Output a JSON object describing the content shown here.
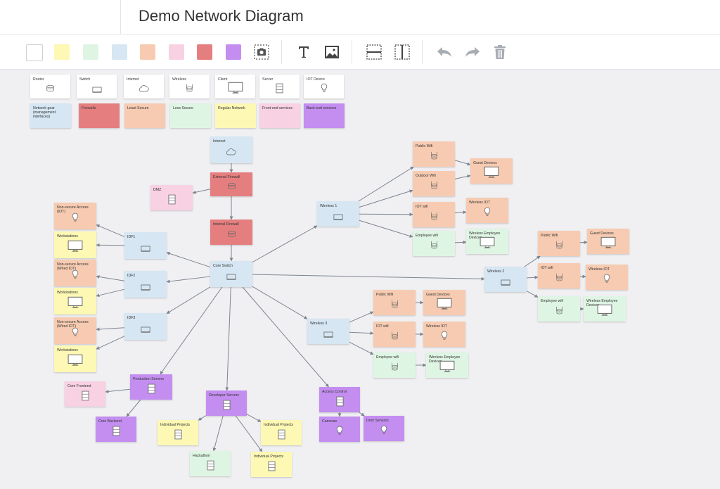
{
  "title": "Demo Network Diagram",
  "palette": [
    {
      "name": "white",
      "color": "#ffffff"
    },
    {
      "name": "yellow",
      "color": "#fdf8b4"
    },
    {
      "name": "green",
      "color": "#dff5e3"
    },
    {
      "name": "blue",
      "color": "#d6e6f2"
    },
    {
      "name": "orange",
      "color": "#f7cbb1"
    },
    {
      "name": "pink",
      "color": "#f8d1e2"
    },
    {
      "name": "red",
      "color": "#e57f7f"
    },
    {
      "name": "purple",
      "color": "#c38ef0"
    }
  ],
  "tools": [
    "camera-icon",
    "text-icon",
    "image-icon",
    "horizontal-split-icon",
    "vertical-split-icon",
    "undo-icon",
    "redo-icon",
    "trash-icon"
  ],
  "legend_icons": [
    {
      "id": "lg-router",
      "label": "Router",
      "icon": "router"
    },
    {
      "id": "lg-switch",
      "label": "Switch",
      "icon": "switch"
    },
    {
      "id": "lg-internet",
      "label": "Internet",
      "icon": "cloud"
    },
    {
      "id": "lg-wireless",
      "label": "Wireless",
      "icon": "wireless"
    },
    {
      "id": "lg-client",
      "label": "Client",
      "icon": "monitor"
    },
    {
      "id": "lg-server",
      "label": "Server",
      "icon": "server"
    },
    {
      "id": "lg-iot",
      "label": "IOT Device",
      "icon": "bulb"
    }
  ],
  "legend_colors": [
    {
      "id": "lc-network",
      "label": "Network gear\n(management interfaces)",
      "color": "blue"
    },
    {
      "id": "lc-firewalls",
      "label": "Firewalls",
      "color": "red"
    },
    {
      "id": "lc-least",
      "label": "Least Secure",
      "color": "orange"
    },
    {
      "id": "lc-less",
      "label": "Less Secure",
      "color": "green"
    },
    {
      "id": "lc-regular",
      "label": "Regular Network",
      "color": "yellow"
    },
    {
      "id": "lc-front",
      "label": "Front-end services",
      "color": "pink"
    },
    {
      "id": "lc-back",
      "label": "Back-end services",
      "color": "purple"
    }
  ],
  "nodes": [
    {
      "id": "internet",
      "label": "Internet",
      "color": "blue",
      "icon": "cloud"
    },
    {
      "id": "ext_fw",
      "label": "External Firewall",
      "color": "red",
      "icon": "router"
    },
    {
      "id": "dmz",
      "label": "DMZ",
      "color": "pink",
      "icon": "server"
    },
    {
      "id": "int_fw",
      "label": "Internal Firewall",
      "color": "red",
      "icon": "router"
    },
    {
      "id": "core",
      "label": "Core Switch",
      "color": "blue",
      "icon": "switch"
    },
    {
      "id": "idf1",
      "label": "IDF1",
      "color": "blue",
      "icon": "switch"
    },
    {
      "id": "idf2",
      "label": "IDF2",
      "color": "blue",
      "icon": "switch"
    },
    {
      "id": "idf3",
      "label": "IDF3",
      "color": "blue",
      "icon": "switch"
    },
    {
      "id": "nsa1",
      "label": "Non-secure Access\n(IOT)",
      "color": "orange",
      "icon": "bulb"
    },
    {
      "id": "ws1",
      "label": "Workstations",
      "color": "yellow",
      "icon": "monitor"
    },
    {
      "id": "nsa2",
      "label": "Non-secure Access\n(Wired IOT)",
      "color": "orange",
      "icon": "bulb"
    },
    {
      "id": "ws2",
      "label": "Workstations",
      "color": "yellow",
      "icon": "monitor"
    },
    {
      "id": "nsa3",
      "label": "Non-secure Access\n(Wired IOT)",
      "color": "orange",
      "icon": "bulb"
    },
    {
      "id": "ws3",
      "label": "Workstations",
      "color": "yellow",
      "icon": "monitor"
    },
    {
      "id": "w1",
      "label": "Wireless 1",
      "color": "blue",
      "icon": "switch"
    },
    {
      "id": "w1_pub",
      "label": "Public Wifi",
      "color": "orange",
      "icon": "wireless"
    },
    {
      "id": "w1_out",
      "label": "Outdoor Wifi",
      "color": "orange",
      "icon": "wireless"
    },
    {
      "id": "w1_iot",
      "label": "IOT wifi",
      "color": "orange",
      "icon": "wireless"
    },
    {
      "id": "w1_emp",
      "label": "Employee wifi",
      "color": "green",
      "icon": "wireless"
    },
    {
      "id": "w1_guest",
      "label": "Guest Devices",
      "color": "orange",
      "icon": "monitor"
    },
    {
      "id": "w1_wiot",
      "label": "Wireless IOT",
      "color": "orange",
      "icon": "bulb"
    },
    {
      "id": "w1_wemp",
      "label": "Wireless Employee\nDevices",
      "color": "green",
      "icon": "monitor"
    },
    {
      "id": "w2",
      "label": "Wireless 2",
      "color": "blue",
      "icon": "switch"
    },
    {
      "id": "w2_pub",
      "label": "Public Wifi",
      "color": "orange",
      "icon": "wireless"
    },
    {
      "id": "w2_iot",
      "label": "IOT wifi",
      "color": "orange",
      "icon": "wireless"
    },
    {
      "id": "w2_emp",
      "label": "Employee wifi",
      "color": "green",
      "icon": "wireless"
    },
    {
      "id": "w2_guest",
      "label": "Guest Devices",
      "color": "orange",
      "icon": "monitor"
    },
    {
      "id": "w2_wiot",
      "label": "Wireless IOT",
      "color": "orange",
      "icon": "bulb"
    },
    {
      "id": "w2_wemp",
      "label": "Wireless Employee\nDevices",
      "color": "green",
      "icon": "monitor"
    },
    {
      "id": "w3",
      "label": "Wireless 3",
      "color": "blue",
      "icon": "switch"
    },
    {
      "id": "w3_pub",
      "label": "Public Wifi",
      "color": "orange",
      "icon": "wireless"
    },
    {
      "id": "w3_iot",
      "label": "IOT wifi",
      "color": "orange",
      "icon": "wireless"
    },
    {
      "id": "w3_emp",
      "label": "Employee wifi",
      "color": "green",
      "icon": "wireless"
    },
    {
      "id": "w3_guest",
      "label": "Guest Devices",
      "color": "orange",
      "icon": "monitor"
    },
    {
      "id": "w3_wiot",
      "label": "Wireless IOT",
      "color": "orange",
      "icon": "bulb"
    },
    {
      "id": "w3_wemp",
      "label": "Wireless Employee\nDevices",
      "color": "green",
      "icon": "monitor"
    },
    {
      "id": "prod",
      "label": "Production Servers",
      "color": "purple",
      "icon": "server"
    },
    {
      "id": "corefe",
      "label": "Core Frontend",
      "color": "pink",
      "icon": "server"
    },
    {
      "id": "corebe",
      "label": "Core Backend",
      "color": "purple",
      "icon": "server"
    },
    {
      "id": "dev",
      "label": "Developer Servers",
      "color": "purple",
      "icon": "server"
    },
    {
      "id": "indiv1",
      "label": "Individual Projects",
      "color": "yellow",
      "icon": "server"
    },
    {
      "id": "indiv2",
      "label": "Individual Projects",
      "color": "yellow",
      "icon": "server"
    },
    {
      "id": "indiv3",
      "label": "Individual Projects",
      "color": "yellow",
      "icon": "server"
    },
    {
      "id": "hack",
      "label": "Hackathon",
      "color": "green",
      "icon": "server"
    },
    {
      "id": "acc",
      "label": "Access Control",
      "color": "purple",
      "icon": "server"
    },
    {
      "id": "cams",
      "label": "Cameras",
      "color": "purple",
      "icon": "bulb"
    },
    {
      "id": "door",
      "label": "Door Sensors",
      "color": "purple",
      "icon": "bulb"
    }
  ],
  "edges": [
    [
      "internet",
      "ext_fw"
    ],
    [
      "ext_fw",
      "dmz"
    ],
    [
      "ext_fw",
      "int_fw"
    ],
    [
      "int_fw",
      "core"
    ],
    [
      "core",
      "idf1"
    ],
    [
      "core",
      "idf2"
    ],
    [
      "core",
      "idf3"
    ],
    [
      "idf1",
      "nsa1"
    ],
    [
      "idf1",
      "ws1"
    ],
    [
      "idf2",
      "nsa2"
    ],
    [
      "idf2",
      "ws2"
    ],
    [
      "idf3",
      "nsa3"
    ],
    [
      "idf3",
      "ws3"
    ],
    [
      "core",
      "w1"
    ],
    [
      "core",
      "w2"
    ],
    [
      "core",
      "w3"
    ],
    [
      "w1",
      "w1_pub"
    ],
    [
      "w1",
      "w1_out"
    ],
    [
      "w1",
      "w1_iot"
    ],
    [
      "w1",
      "w1_emp"
    ],
    [
      "w1_pub",
      "w1_guest"
    ],
    [
      "w1_out",
      "w1_guest"
    ],
    [
      "w1_iot",
      "w1_wiot"
    ],
    [
      "w1_emp",
      "w1_wemp"
    ],
    [
      "w2",
      "w2_pub"
    ],
    [
      "w2",
      "w2_iot"
    ],
    [
      "w2",
      "w2_emp"
    ],
    [
      "w2_pub",
      "w2_guest"
    ],
    [
      "w2_iot",
      "w2_wiot"
    ],
    [
      "w2_emp",
      "w2_wemp"
    ],
    [
      "w3",
      "w3_pub"
    ],
    [
      "w3",
      "w3_iot"
    ],
    [
      "w3",
      "w3_emp"
    ],
    [
      "w3_pub",
      "w3_guest"
    ],
    [
      "w3_iot",
      "w3_wiot"
    ],
    [
      "w3_emp",
      "w3_wemp"
    ],
    [
      "core",
      "prod"
    ],
    [
      "core",
      "dev"
    ],
    [
      "core",
      "acc"
    ],
    [
      "prod",
      "corefe"
    ],
    [
      "prod",
      "corebe"
    ],
    [
      "dev",
      "indiv1"
    ],
    [
      "dev",
      "indiv2"
    ],
    [
      "dev",
      "indiv3"
    ],
    [
      "dev",
      "hack"
    ],
    [
      "acc",
      "cams"
    ],
    [
      "acc",
      "door"
    ]
  ]
}
